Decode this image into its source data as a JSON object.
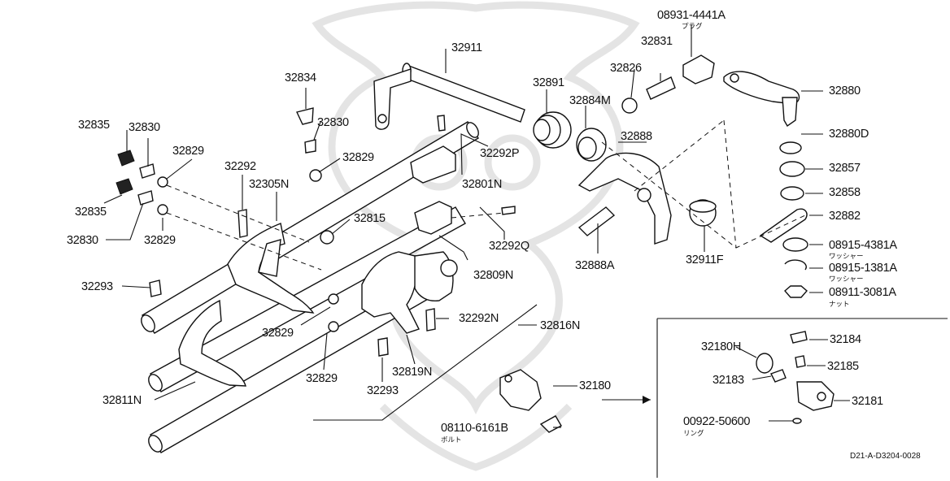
{
  "labels": {
    "p_08931_4441A": "08931-4441A",
    "jp_plug": "プラグ",
    "p_32831": "32831",
    "p_32826": "32826",
    "p_32911": "32911",
    "p_32834": "32834",
    "p_32891": "32891",
    "p_32884M": "32884M",
    "p_32880": "32880",
    "p_32830_top": "32830",
    "p_32835_a": "32835",
    "p_32830_a": "32830",
    "p_32829_a": "32829",
    "p_32829_b": "32829",
    "p_32888": "32888",
    "p_32880D": "32880D",
    "p_32292P": "32292P",
    "p_32292": "32292",
    "p_32801N": "32801N",
    "p_32857": "32857",
    "p_32305N": "32305N",
    "p_32858": "32858",
    "p_32835_b": "32835",
    "p_32815": "32815",
    "p_32882": "32882",
    "p_32830_b": "32830",
    "p_32829_c": "32829",
    "p_32292Q": "32292Q",
    "p_08915_4381A": "08915-4381A",
    "jp_washer_1": "ワッシャー",
    "p_32888A": "32888A",
    "p_32911F": "32911F",
    "p_08915_1381A": "08915-1381A",
    "p_32809N": "32809N",
    "jp_washer_2": "ワッシャー",
    "p_32293_a": "32293",
    "p_08911_3081A": "08911-3081A",
    "jp_nut": "ナット",
    "p_32292N": "32292N",
    "p_32816N": "32816N",
    "p_32829_d": "32829",
    "p_32184": "32184",
    "p_32180H": "32180H",
    "p_32185": "32185",
    "p_32829_e": "32829",
    "p_32819N": "32819N",
    "p_32183": "32183",
    "p_32180": "32180",
    "p_32293_b": "32293",
    "p_32811N": "32811N",
    "p_32181": "32181",
    "p_00922_50600": "00922-50600",
    "jp_ring": "リング",
    "p_08110_6161B": "08110-6161B",
    "jp_bolt": "ボルト",
    "diagram_code": "D21-A-D3204-0028"
  }
}
